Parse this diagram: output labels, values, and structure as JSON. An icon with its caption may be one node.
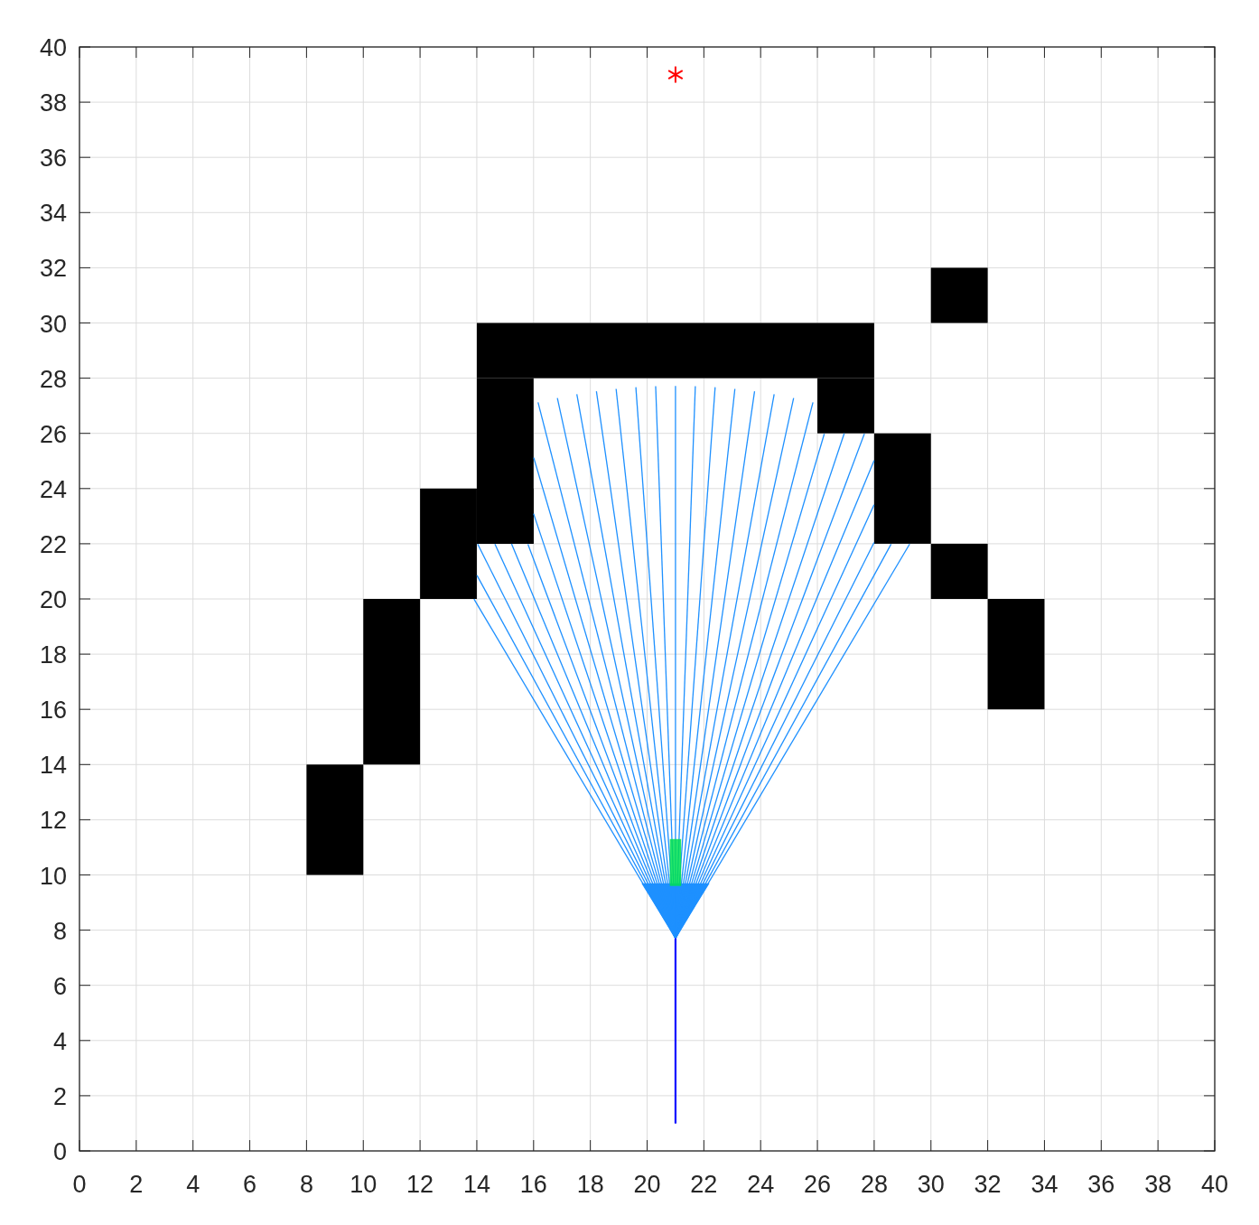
{
  "diagram": {
    "chart_data": {
      "type": "scatter",
      "xlim": [
        0,
        40
      ],
      "ylim": [
        0,
        40
      ],
      "xticks": [
        0,
        2,
        4,
        6,
        8,
        10,
        12,
        14,
        16,
        18,
        20,
        22,
        24,
        26,
        28,
        30,
        32,
        34,
        36,
        38,
        40
      ],
      "yticks": [
        0,
        2,
        4,
        6,
        8,
        10,
        12,
        14,
        16,
        18,
        20,
        22,
        24,
        26,
        28,
        30,
        32,
        34,
        36,
        38,
        40
      ],
      "grid": true,
      "x": [
        21,
        21
      ],
      "series": [
        {
          "type": "scatter",
          "color": "#ff0000",
          "values": [
            39,
            null
          ]
        },
        {
          "type": "line",
          "color": "#0000ff",
          "values": [
            1,
            7.7
          ]
        }
      ]
    }
  }
}
